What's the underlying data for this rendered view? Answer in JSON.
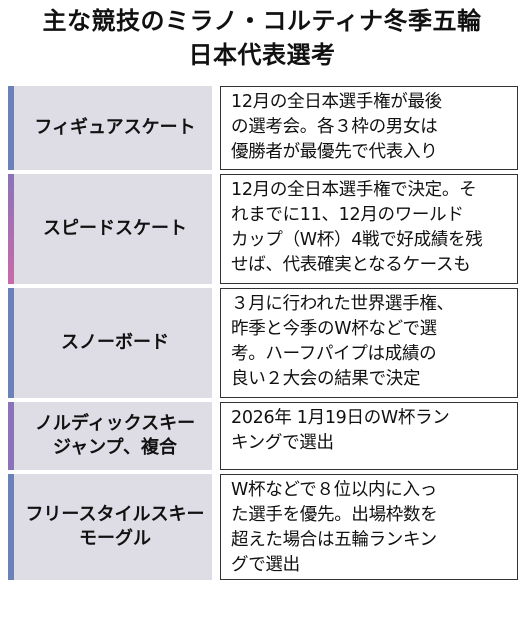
{
  "title": {
    "line1": "主な競技のミラノ・コルティナ冬季五輪",
    "line2": "日本代表選考"
  },
  "colors": {
    "label_bg": "#dedde6",
    "accent_blue": "#6a82b8",
    "accent_pink": "#c96aa8",
    "accent_purple": "#8a73b8",
    "border": "#333333"
  },
  "rows": [
    {
      "label": [
        "フィギュアスケート"
      ],
      "desc": [
        "12月の全日本選手権が最後",
        "の選考会。各３枠の男女は",
        "優勝者が最優先で代表入り"
      ]
    },
    {
      "label": [
        "スピードスケート"
      ],
      "desc": [
        "12月の全日本選手権で決定。そ",
        "れまでに11、12月のワールド",
        "カップ（W杯）4戦で好成績を残",
        "せば、代表確実となるケースも"
      ]
    },
    {
      "label": [
        "スノーボード"
      ],
      "desc": [
        "３月に行われた世界選手権、",
        "昨季と今季のW杯などで選",
        "考。ハーフパイプは成績の",
        "良い２大会の結果で決定"
      ]
    },
    {
      "label": [
        "ノルディックスキー",
        "ジャンプ、複合"
      ],
      "desc": [
        "2026年 1月19日のW杯ラン",
        "キングで選出"
      ]
    },
    {
      "label": [
        "フリースタイルスキー",
        "モーグル"
      ],
      "desc": [
        "W杯などで８位以内に入っ",
        "た選手を優先。出場枠数を",
        "超えた場合は五輪ランキン",
        "グで選出"
      ]
    }
  ]
}
